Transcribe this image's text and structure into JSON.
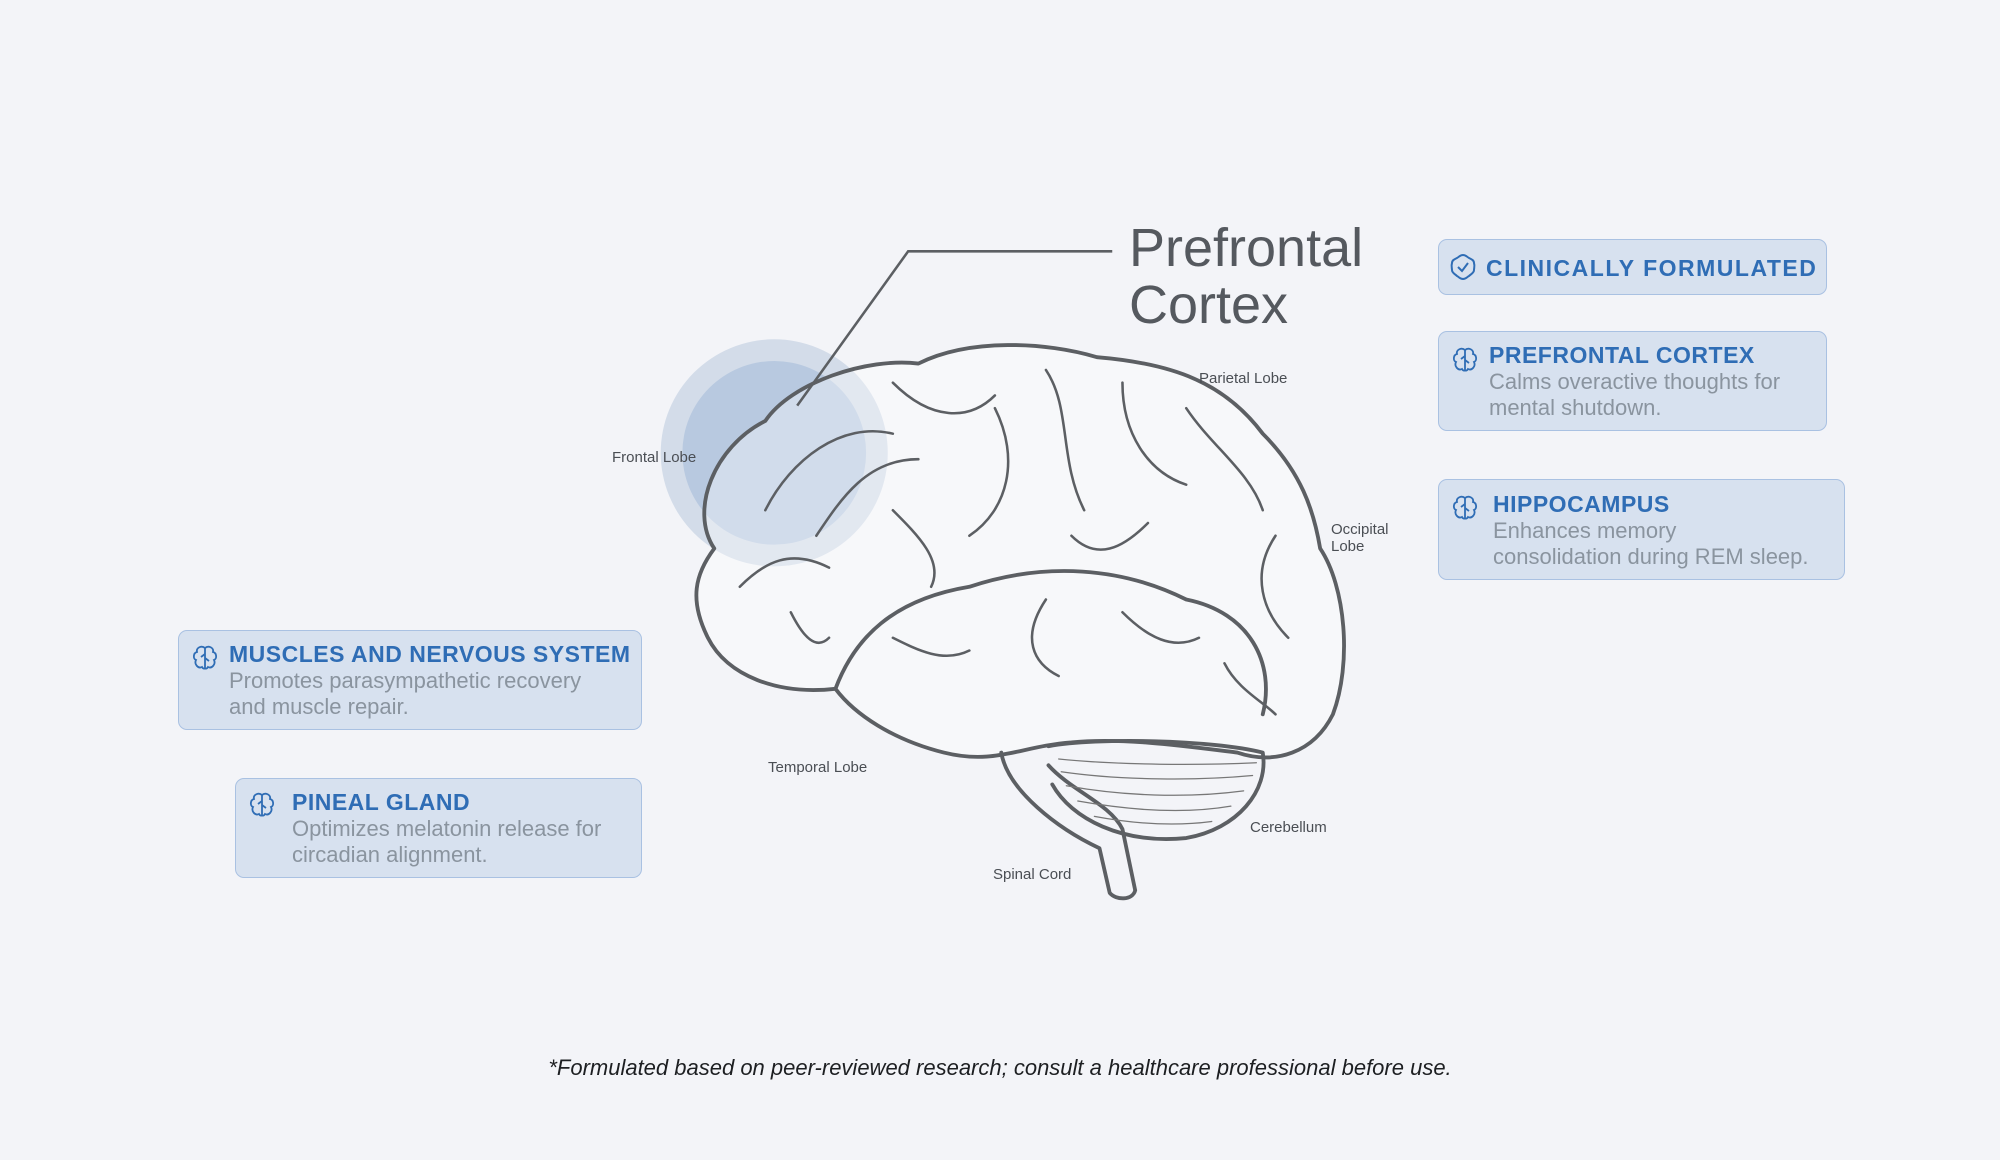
{
  "diagram": {
    "callout_title_line1": "Prefrontal",
    "callout_title_line2": "Cortex",
    "labels": {
      "frontal": "Frontal Lobe",
      "parietal": "Parietal Lobe",
      "occipital_1": "Occipital",
      "occipital_2": "Lobe",
      "temporal": "Temporal Lobe",
      "cerebellum": "Cerebellum",
      "spinal": "Spinal Cord"
    }
  },
  "badge": {
    "label": "CLINICALLY FORMULATED",
    "icon": "check-badge-icon"
  },
  "cards": [
    {
      "title": "PREFRONTAL CORTEX",
      "desc1": "Calms overactive thoughts for",
      "desc2": "mental shutdown.",
      "icon": "brain-icon"
    },
    {
      "title": "HIPPOCAMPUS",
      "desc1": "Enhances memory",
      "desc2": "consolidation during REM sleep.",
      "icon": "brain-icon"
    },
    {
      "title": "MUSCLES AND NERVOUS SYSTEM",
      "desc1": "Promotes parasympathetic recovery",
      "desc2": "and muscle repair.",
      "icon": "brain-icon"
    },
    {
      "title": "PINEAL GLAND",
      "desc1": "Optimizes melatonin release for",
      "desc2": "circadian alignment.",
      "icon": "brain-icon"
    }
  ],
  "footer": "*Formulated based on peer-reviewed research; consult a healthcare professional before use.",
  "colors": {
    "background": "#f3f4f8",
    "card_bg": "#d7e1ef",
    "card_border": "#a9c1e2",
    "accent": "#2f6db5",
    "muted": "#8a949f",
    "highlight": "#b4c6de"
  }
}
